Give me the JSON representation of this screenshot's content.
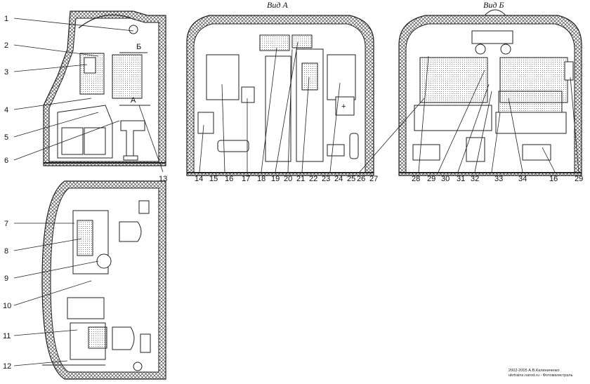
{
  "views": {
    "view_a": "Вид А",
    "view_b": "Вид Б"
  },
  "side_markers": {
    "b": "Б",
    "a": "А"
  },
  "callouts": [
    "1",
    "2",
    "3",
    "4",
    "5",
    "6",
    "7",
    "8",
    "9",
    "10",
    "11",
    "12",
    "13",
    "14",
    "15",
    "16",
    "17",
    "18",
    "19",
    "20",
    "21",
    "22",
    "23",
    "24",
    "25",
    "26",
    "27",
    "28",
    "29",
    "30",
    "31",
    "32",
    "33",
    "34",
    "16",
    "29"
  ],
  "credit": {
    "line1": "2002-2005 А.В.Калиниченко",
    "line2": "ukrtrains.narod.ru - Фотомагистраль"
  }
}
